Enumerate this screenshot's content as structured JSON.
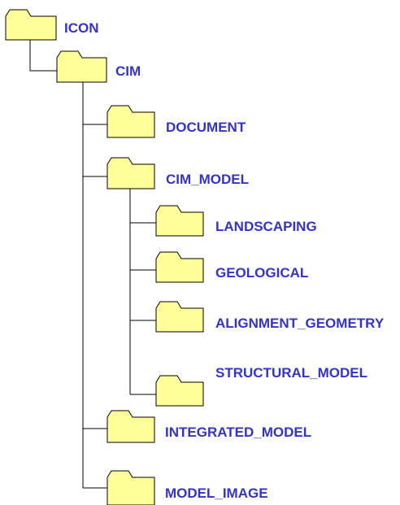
{
  "tree": {
    "root": {
      "label": "ICON",
      "children": [
        {
          "label": "CIM",
          "children": [
            {
              "label": "DOCUMENT"
            },
            {
              "label": "CIM_MODEL",
              "children": [
                {
                  "label": "LANDSCAPING"
                },
                {
                  "label": "GEOLOGICAL"
                },
                {
                  "label": "ALIGNMENT_GEOMETRY"
                },
                {
                  "label": "STRUCTURAL_MODEL"
                }
              ]
            },
            {
              "label": "INTEGRATED_MODEL"
            },
            {
              "label": "MODEL_IMAGE"
            }
          ]
        }
      ]
    }
  },
  "colors": {
    "folder_fill": "#ffff99",
    "folder_stroke": "#000000",
    "label_text": "#3333cc",
    "connector": "#000000"
  },
  "icons": {
    "folder": "folder-icon"
  }
}
